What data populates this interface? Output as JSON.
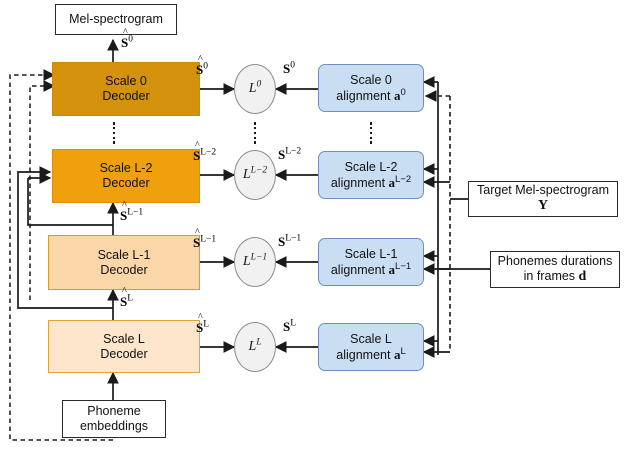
{
  "figure": {
    "title": "Multi-scale mel-spectrogram decoder training diagram",
    "background": "#ffffff"
  },
  "colors": {
    "decoder_scale0_fill": "#d4910b",
    "decoder_scale0_border": "#c78b0a",
    "decoder_scaleL2_fill": "#f0a00c",
    "decoder_scaleL2_border": "#d9900a",
    "decoder_scaleL1_fill": "#fbd6a8",
    "decoder_scaleL1_border": "#d99a2b",
    "decoder_scaleL_fill": "#fde6cc",
    "decoder_scaleL_border": "#e0a53a",
    "alignment_fill": "#cadef3",
    "alignment_border": "#6d8fbf",
    "loss_fill": "#f1f1f1",
    "loss_border": "#8c8c8c",
    "plain_border": "#2b2b2b",
    "wire": "#1a1a1a"
  },
  "nodes": {
    "output": {
      "label": "Mel-spectrogram"
    },
    "decoders": [
      {
        "id": "scale-0",
        "line1": "Scale 0",
        "line2": "Decoder"
      },
      {
        "id": "scale-l-2",
        "line1": "Scale L-2",
        "line2": "Decoder"
      },
      {
        "id": "scale-l-1",
        "line1": "Scale L-1",
        "line2": "Decoder"
      },
      {
        "id": "scale-l",
        "line1": "Scale L",
        "line2": "Decoder"
      }
    ],
    "losses": [
      {
        "id": "loss-0",
        "base": "L",
        "sup": "0"
      },
      {
        "id": "loss-l-2",
        "base": "L",
        "sup": "L−2"
      },
      {
        "id": "loss-l-1",
        "base": "L",
        "sup": "L−1"
      },
      {
        "id": "loss-l",
        "base": "L",
        "sup": "L"
      }
    ],
    "alignments": [
      {
        "id": "align-0",
        "line1": "Scale 0",
        "line2_prefix": "alignment ",
        "var": "a",
        "sup": "0"
      },
      {
        "id": "align-l-2",
        "line1": "Scale L-2",
        "line2_prefix": "alignment ",
        "var": "a",
        "sup": "L−2"
      },
      {
        "id": "align-l-1",
        "line1": "Scale L-1",
        "line2_prefix": "alignment ",
        "var": "a",
        "sup": "L−1"
      },
      {
        "id": "align-l",
        "line1": "Scale L",
        "line2_prefix": "alignment ",
        "var": "a",
        "sup": "L"
      }
    ],
    "target_mel": {
      "line1": "Target Mel-spectrogram",
      "var": "Y"
    },
    "durations": {
      "line1": "Phonemes durations",
      "line2_prefix": "in frames ",
      "var": "d"
    },
    "phoneme_embeddings": {
      "line1": "Phoneme",
      "line2": "embeddings"
    }
  },
  "edge_labels": {
    "pred_out": {
      "hat": true,
      "base": "S",
      "sup": "0"
    },
    "pred_0": {
      "hat": true,
      "base": "S",
      "sup": "0"
    },
    "pred_l_2": {
      "hat": true,
      "base": "S",
      "sup": "L−2"
    },
    "pred_l_1_up": {
      "hat": true,
      "base": "S",
      "sup": "L−1"
    },
    "pred_l_1": {
      "hat": true,
      "base": "S",
      "sup": "L−1"
    },
    "pred_l_up": {
      "hat": true,
      "base": "S",
      "sup": "L"
    },
    "pred_l": {
      "hat": true,
      "base": "S",
      "sup": "L"
    },
    "tgt_0": {
      "hat": false,
      "base": "S",
      "sup": "0"
    },
    "tgt_l_2": {
      "hat": false,
      "base": "S",
      "sup": "L−2"
    },
    "tgt_l_1": {
      "hat": false,
      "base": "S",
      "sup": "L−1"
    },
    "tgt_l": {
      "hat": false,
      "base": "S",
      "sup": "L"
    }
  },
  "ellipses": {
    "decoder_column": "vertical-dots",
    "loss_column": "vertical-dots",
    "alignment_column": "vertical-dots"
  }
}
